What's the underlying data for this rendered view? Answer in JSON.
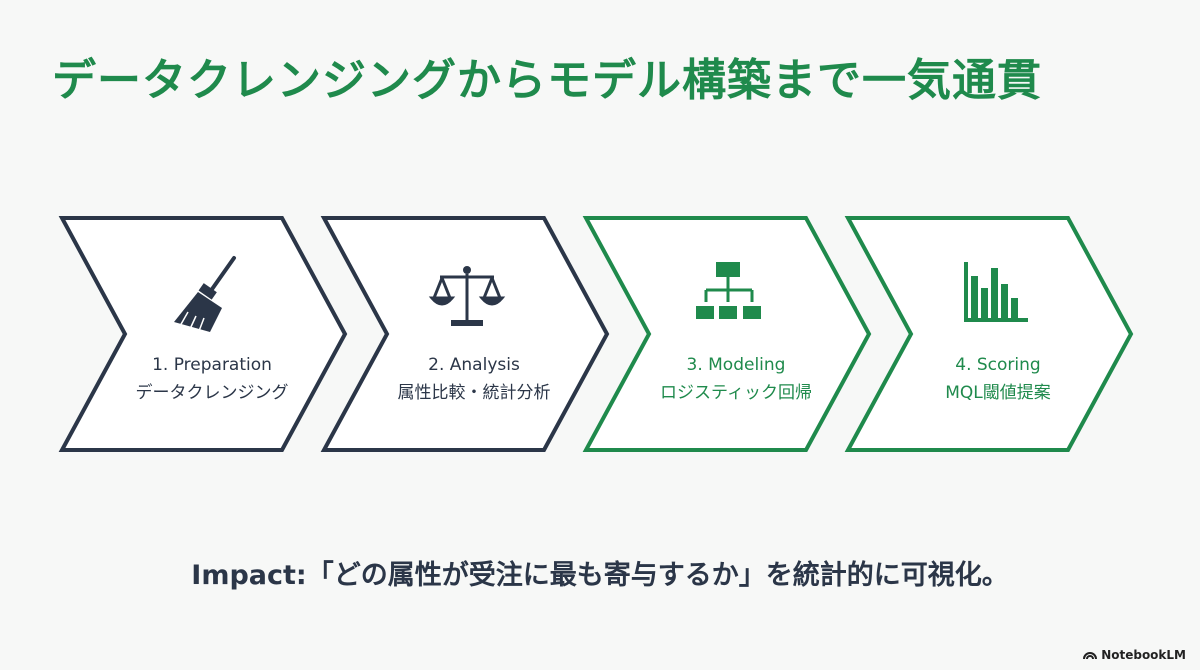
{
  "title": "データクレンジングからモデル構築まで一気通貫",
  "steps": [
    {
      "label": "1. Preparation",
      "sublabel": "データクレンジング",
      "icon": "broom-icon",
      "color": "#2b3648"
    },
    {
      "label": "2. Analysis",
      "sublabel": "属性比較・統計分析",
      "icon": "scales-icon",
      "color": "#2b3648"
    },
    {
      "label": "3. Modeling",
      "sublabel": "ロジスティック回帰",
      "icon": "hierarchy-icon",
      "color": "#1f8a4c"
    },
    {
      "label": "4. Scoring",
      "sublabel": "MQL閾値提案",
      "icon": "bar-chart-icon",
      "color": "#1f8a4c"
    }
  ],
  "impact": "Impact:「どの属性が受注に最も寄与するか」を統計的に可視化。",
  "brand": "NotebookLM"
}
